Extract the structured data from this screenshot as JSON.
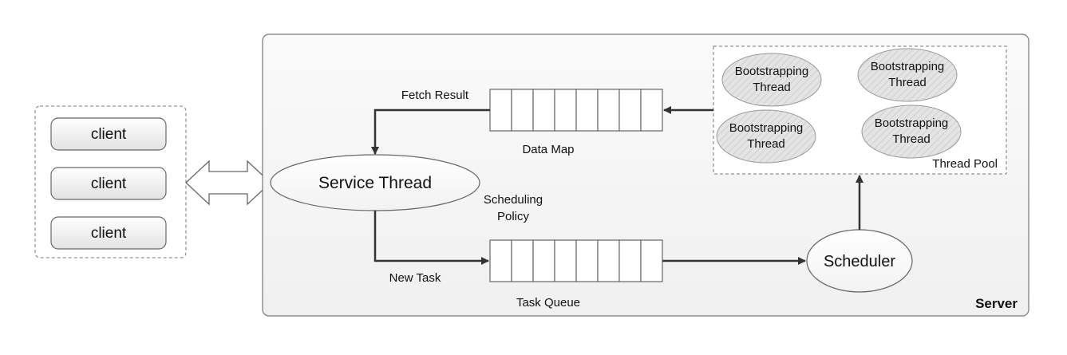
{
  "clients": {
    "items": [
      "client",
      "client",
      "client"
    ]
  },
  "server": {
    "label": "Server",
    "service_thread": "Service Thread",
    "scheduler": "Scheduler",
    "data_map_label": "Data Map",
    "task_queue_label": "Task Queue",
    "fetch_result_label": "Fetch Result",
    "new_task_label": "New Task",
    "scheduling_policy": [
      "Scheduling",
      "Policy"
    ],
    "thread_pool": {
      "label": "Thread Pool",
      "threads": [
        [
          "Bootstrapping",
          "Thread"
        ],
        [
          "Bootstrapping",
          "Thread"
        ],
        [
          "Bootstrapping",
          "Thread"
        ],
        [
          "Bootstrapping",
          "Thread"
        ]
      ]
    }
  },
  "colors": {
    "stroke": "#555555",
    "panel_fill": "#f5f5f5",
    "client_fill": "#eeeeee",
    "thread_fill": "#dcdcdc",
    "arrow": "#333333"
  }
}
